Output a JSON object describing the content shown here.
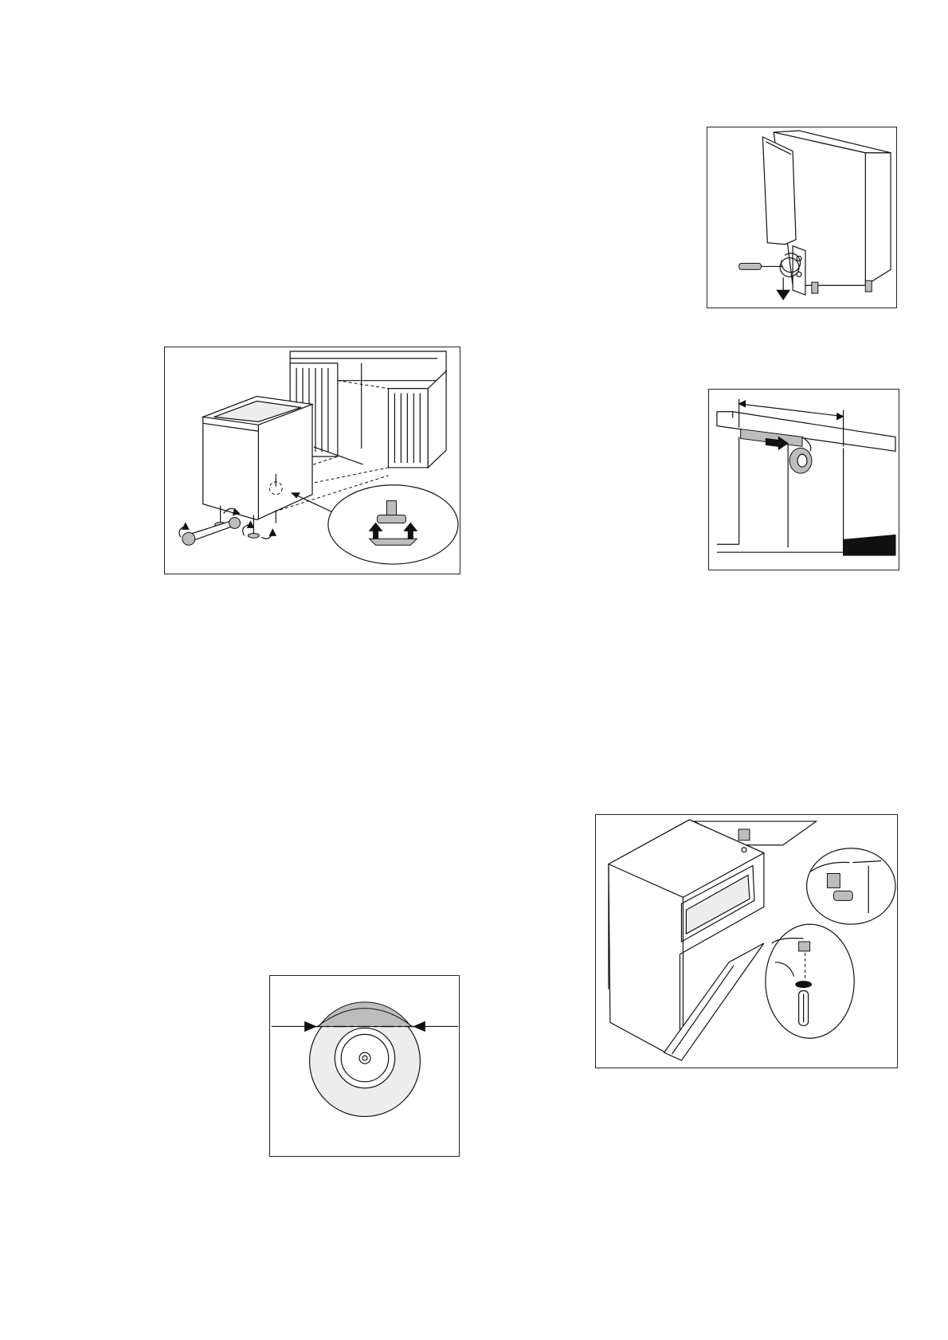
{
  "page": {
    "title": "",
    "background": "#ffffff"
  },
  "figures": [
    {
      "id": "leveling-feet",
      "icon": "dishwasher-leveling-feet-illustration"
    },
    {
      "id": "plinth-screw",
      "icon": "dishwasher-plinth-screw-illustration"
    },
    {
      "id": "condensation-strip",
      "icon": "condensation-strip-tape-illustration"
    },
    {
      "id": "hole-alignment",
      "icon": "hole-alignment-circle-illustration"
    },
    {
      "id": "door-hinge-fixing",
      "icon": "door-hinge-fixing-illustration"
    }
  ],
  "colors": {
    "line": "#111111",
    "shade": "#bdbdbd"
  }
}
